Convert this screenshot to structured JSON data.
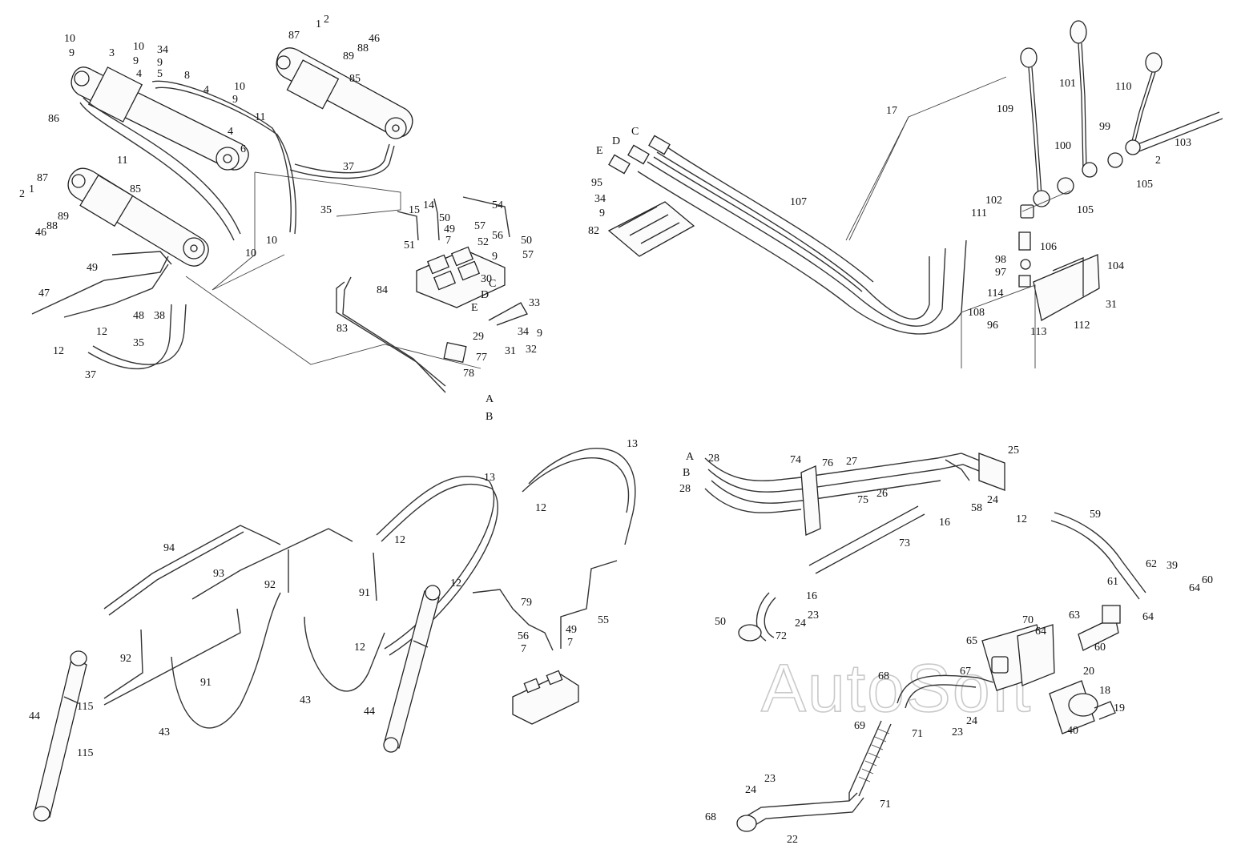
{
  "watermark": "AutoSoft",
  "q1_labels": [
    "10",
    "9",
    "3",
    "10",
    "9",
    "34",
    "9",
    "5",
    "4",
    "8",
    "4",
    "10",
    "9",
    "11",
    "86",
    "11",
    "6",
    "4",
    "87",
    "1",
    "2",
    "89",
    "88",
    "46",
    "85",
    "37",
    "35",
    "10",
    "87",
    "1",
    "2",
    "46",
    "88",
    "89",
    "85",
    "15",
    "14",
    "50",
    "49",
    "7",
    "57",
    "56",
    "50",
    "9",
    "57",
    "54",
    "51",
    "52",
    "30",
    "84",
    "E",
    "D",
    "C",
    "33",
    "34",
    "9",
    "83",
    "29",
    "31",
    "32",
    "77",
    "78",
    "A",
    "B",
    "49",
    "47",
    "48",
    "38",
    "12",
    "35",
    "12",
    "37",
    "10"
  ],
  "q2_labels": [
    "17",
    "109",
    "101",
    "110",
    "99",
    "2",
    "103",
    "100",
    "105",
    "C",
    "D",
    "E",
    "95",
    "34",
    "9",
    "82",
    "107",
    "111",
    "102",
    "105",
    "106",
    "98",
    "97",
    "104",
    "114",
    "108",
    "96",
    "113",
    "112",
    "31"
  ],
  "q3_labels": [
    "13",
    "13",
    "94",
    "93",
    "92",
    "91",
    "12",
    "12",
    "12",
    "79",
    "55",
    "56",
    "49",
    "7",
    "7",
    "92",
    "91",
    "44",
    "115",
    "115",
    "43",
    "43",
    "12",
    "44"
  ],
  "q4_labels": [
    "A",
    "28",
    "B",
    "28",
    "74",
    "76",
    "27",
    "26",
    "25",
    "75",
    "58",
    "24",
    "16",
    "12",
    "59",
    "73",
    "16",
    "50",
    "72",
    "23",
    "24",
    "61",
    "62",
    "39",
    "60",
    "64",
    "64",
    "63",
    "60",
    "70",
    "65",
    "64",
    "67",
    "68",
    "20",
    "18",
    "19",
    "40",
    "69",
    "71",
    "24",
    "23",
    "23",
    "24",
    "71",
    "68",
    "22"
  ]
}
